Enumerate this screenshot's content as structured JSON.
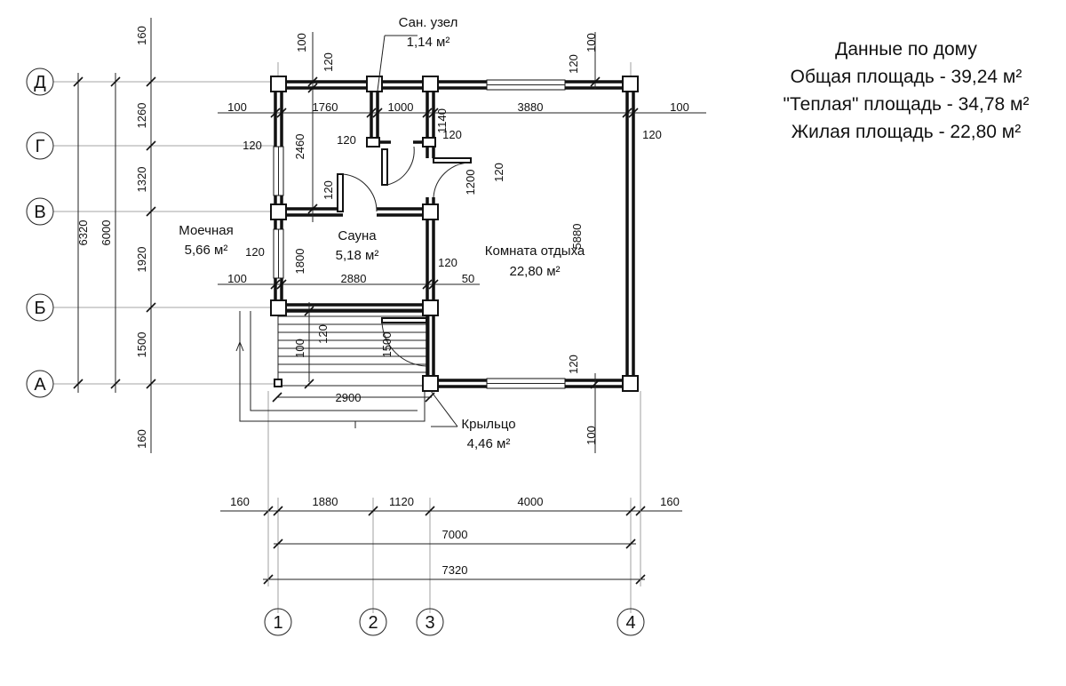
{
  "info": {
    "title": "Данные по дому",
    "total": "Общая площадь - 39,24 м²",
    "warm": "\"Теплая\" площадь - 34,78 м²",
    "living": "Жилая площадь - 22,80 м²"
  },
  "axes": {
    "rows": [
      "Д",
      "Г",
      "В",
      "Б",
      "А"
    ],
    "cols": [
      "1",
      "2",
      "3",
      "4"
    ]
  },
  "rooms": {
    "wc_name": "Сан. узел",
    "wc_area": "1,14 м²",
    "wash_name": "Моечная",
    "wash_area": "5,66 м²",
    "sauna_name": "Сауна",
    "sauna_area": "5,18 м²",
    "rest_name": "Комната отдыха",
    "rest_area": "22,80 м²",
    "porch_name": "Крыльцо",
    "porch_area": "4,46 м²"
  },
  "dims": {
    "bottom1": [
      "160",
      "1880",
      "1120",
      "4000",
      "160"
    ],
    "bottom_total_inner": "7000",
    "bottom_total_outer": "7320",
    "left_segments": [
      "160",
      "1260",
      "1320",
      "1920",
      "1500",
      "160"
    ],
    "left_total_inner": "6000",
    "left_total_outer": "6320",
    "top_100a": "100",
    "top_120a": "120",
    "top_100b": "100",
    "top_120b": "120",
    "d1760": "1760",
    "d1000": "1000",
    "d1140": "1140",
    "d3880": "3880",
    "d100_left": "100",
    "d100_right": "100",
    "d120_a": "120",
    "d120_b": "120",
    "d120_c": "120",
    "d120_d": "120",
    "d2460": "2460",
    "d1200": "1200",
    "d120_e": "120",
    "d120_f": "120",
    "d5880": "5880",
    "d120_g": "120",
    "d1800": "1800",
    "d2880": "2880",
    "d100_w": "100",
    "d120_h": "120",
    "d120_i": "120",
    "d50": "50",
    "d120_j": "120",
    "d100_p": "100",
    "d1500": "1500",
    "d120_k": "120",
    "d2900": "2900",
    "d100_bottom": "100"
  }
}
